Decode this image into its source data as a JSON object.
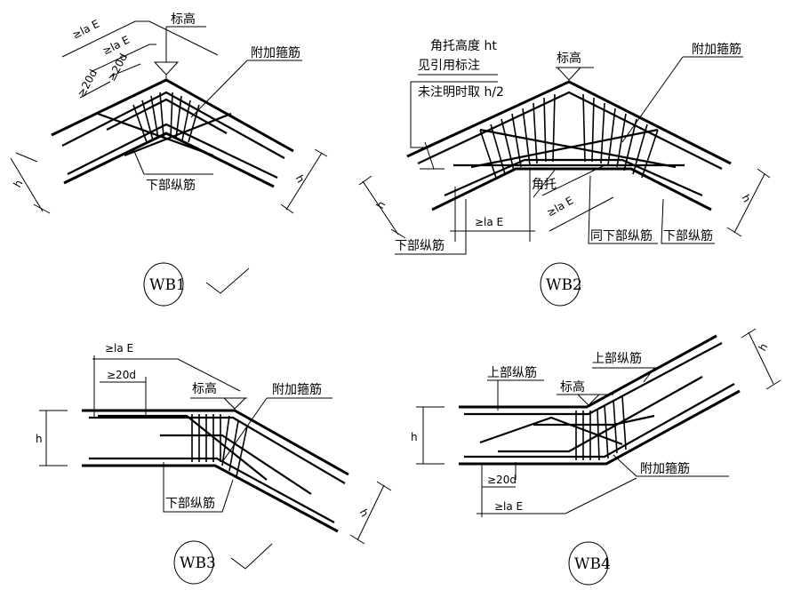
{
  "wb1": {
    "tag": "WB1",
    "elevation": "标高",
    "added_stirrup": "附加箍筋",
    "bottom_bar": "下部纵筋",
    "anchor_a": "≥la E",
    "anchor_b": "≥la E",
    "d20_a": "≥20d",
    "d20_b": "≥20d",
    "h_left": "h",
    "h_right": "h",
    "checked": true
  },
  "wb2": {
    "tag": "WB2",
    "note_line1": "角托高度 ht",
    "note_line2": "见引用标注",
    "note_line3": "未注明时取 h/2",
    "elevation": "标高",
    "added_stirrup": "附加箍筋",
    "haunch": "角托",
    "anchor_left": "≥la E",
    "anchor_right": "≥la E",
    "bottom_bar_left": "下部纵筋",
    "same_as_bottom": "同下部纵筋",
    "bottom_bar_right": "下部纵筋",
    "h_left": "h",
    "h_right": "h"
  },
  "wb3": {
    "tag": "WB3",
    "anchor": "≥la E",
    "d20": "≥20d",
    "elevation": "标高",
    "added_stirrup": "附加箍筋",
    "bottom_bar": "下部纵筋",
    "h_left": "h",
    "h_right": "h",
    "checked": true
  },
  "wb4": {
    "tag": "WB4",
    "top_bar_left": "上部纵筋",
    "top_bar_right": "上部纵筋",
    "elevation": "标高",
    "added_stirrup": "附加箍筋",
    "d20": "≥20d",
    "anchor": "≥la E",
    "h_left": "h",
    "h_right": "h"
  }
}
